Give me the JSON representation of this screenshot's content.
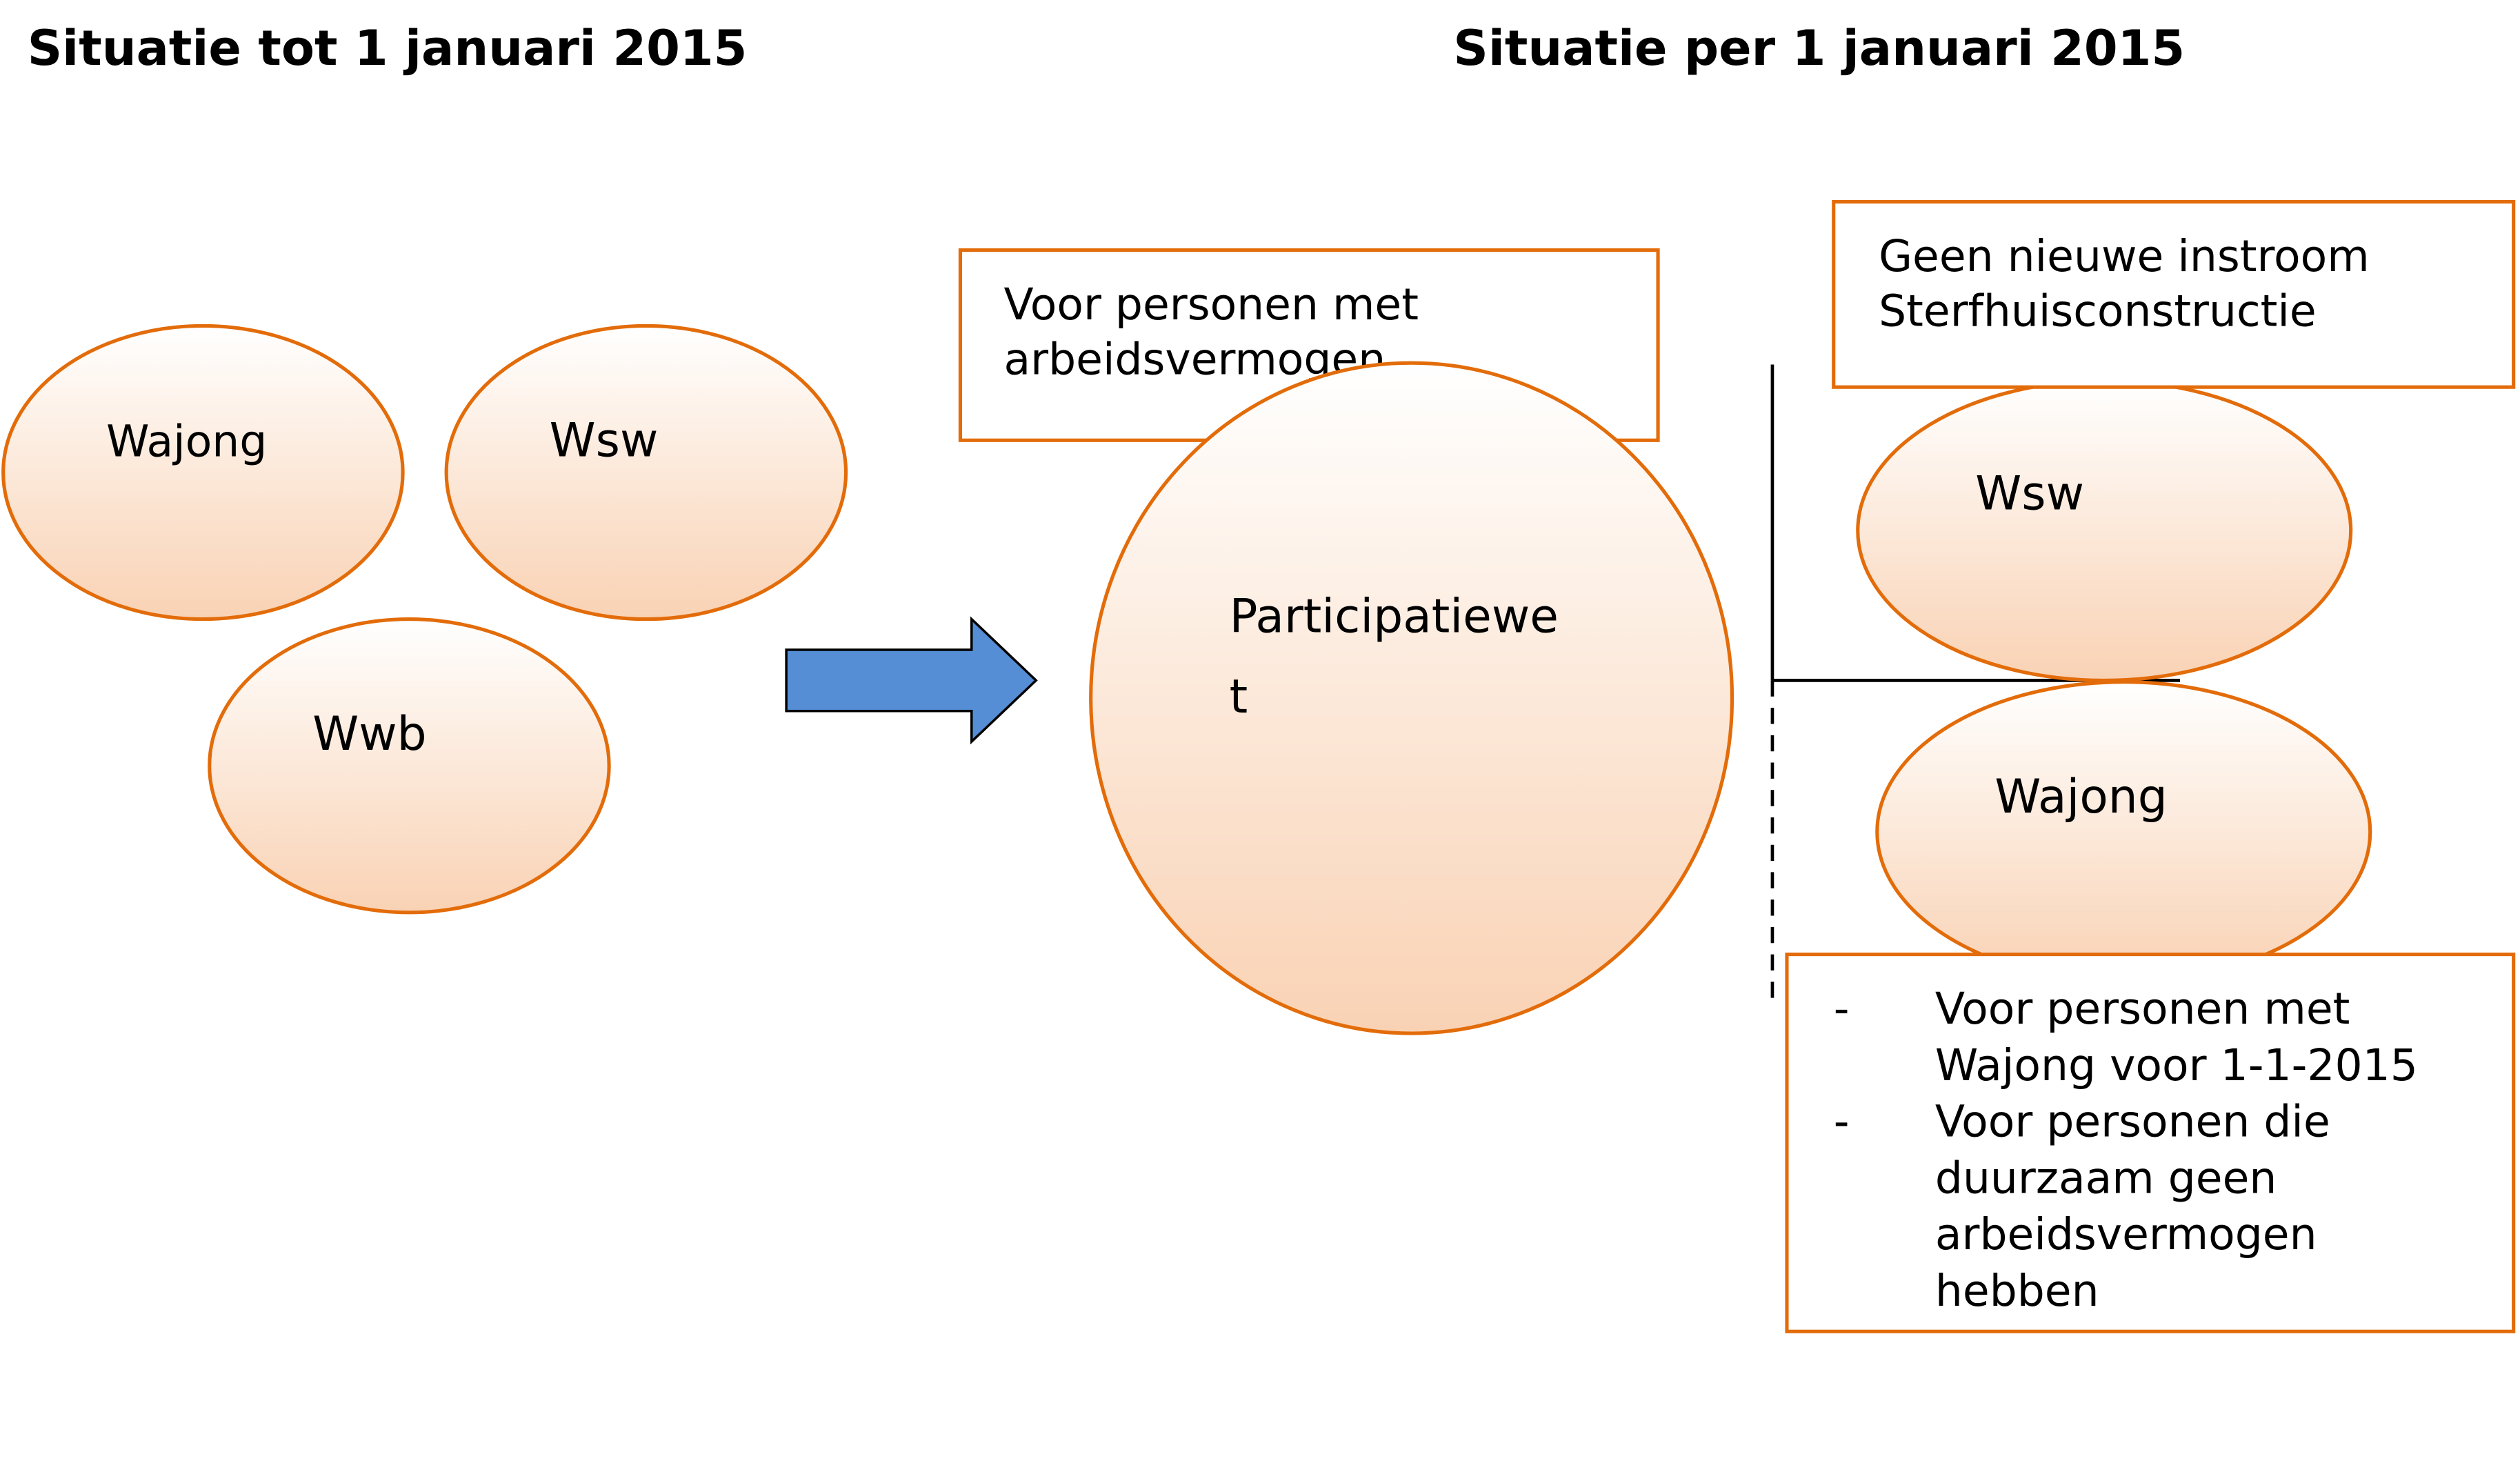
{
  "titles": {
    "before": "Situatie tot 1 januari 2015",
    "after": "Situatie per 1 januari 2015"
  },
  "before": {
    "ellipses": [
      "Wajong",
      "Wsw",
      "Wwb"
    ]
  },
  "after": {
    "participatiewet_box": [
      "Voor personen met",
      "arbeidsvermogen"
    ],
    "participatiewet_lines": [
      "Participatiewe",
      "t"
    ],
    "instroom_box": [
      "Geen nieuwe instroom",
      "Sterfhuisconstructie"
    ],
    "ellipses": [
      "Wsw",
      "Wajong"
    ],
    "bullet_box": {
      "bullet": "-",
      "lines": [
        "Voor personen met",
        "Wajong voor 1-1-2015",
        "Voor personen die",
        "duurzaam geen",
        "arbeidsvermogen",
        "hebben"
      ]
    }
  },
  "colors": {
    "accent": "#e36c0a",
    "arrow": "#558ed5",
    "fill_bottom": "#f9d2b4"
  }
}
